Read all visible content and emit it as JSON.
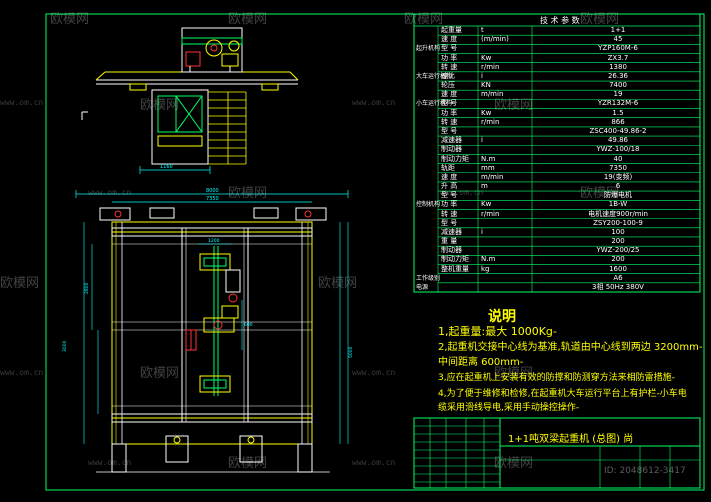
{
  "table": {
    "header": "技 术 参 数",
    "rows": [
      {
        "group": "",
        "label": "起重量",
        "unit": "t",
        "value": "1+1"
      },
      {
        "group": "",
        "label": "速 度",
        "unit": "(m/min)",
        "value": "45"
      },
      {
        "group": "起升机构",
        "label": "型 号",
        "unit": "",
        "value": "YZP160M-6"
      },
      {
        "group": "",
        "label": "功 率",
        "unit": "Kw",
        "value": "ZX3.7"
      },
      {
        "group": "",
        "label": "转 速",
        "unit": "r/min",
        "value": "1380"
      },
      {
        "group": "大车运行机构",
        "label": "速比",
        "unit": "i",
        "value": "26.36"
      },
      {
        "group": "",
        "label": "轮压",
        "unit": "KN",
        "value": "7400"
      },
      {
        "group": "",
        "label": "速 度",
        "unit": "m/min",
        "value": "19"
      },
      {
        "group": "小车运行机构",
        "label": "型 号",
        "unit": "",
        "value": "YZR132M-6"
      },
      {
        "group": "",
        "label": "功 率",
        "unit": "Kw",
        "value": "1.5"
      },
      {
        "group": "",
        "label": "转 速",
        "unit": "r/min",
        "value": "866"
      },
      {
        "group": "",
        "label": "型 号",
        "unit": "",
        "value": "ZSC400-49.86-2"
      },
      {
        "group": "",
        "label": "减速器",
        "unit": "i",
        "value": "49.86"
      },
      {
        "group": "",
        "label": "制动器",
        "unit": "",
        "value": "YWZ-100/18"
      },
      {
        "group": "",
        "label": "制动力矩",
        "unit": "N.m",
        "value": "40"
      },
      {
        "group": "",
        "label": "轨距",
        "unit": "mm",
        "value": "7350"
      },
      {
        "group": "",
        "label": "速 度",
        "unit": "m/min",
        "value": "19(变频)"
      },
      {
        "group": "",
        "label": "升 高",
        "unit": "m",
        "value": "6"
      },
      {
        "group": "",
        "label": "型 号",
        "unit": "",
        "value": "防爆电机"
      },
      {
        "group": "控制机构",
        "label": "功 率",
        "unit": "Kw",
        "value": "1B-W"
      },
      {
        "group": "",
        "label": "转 速",
        "unit": "r/min",
        "value": "电机速度900r/min"
      },
      {
        "group": "",
        "label": "型 号",
        "unit": "",
        "value": "ZSY200-100-9"
      },
      {
        "group": "",
        "label": "减速器",
        "unit": "i",
        "value": "100"
      },
      {
        "group": "",
        "label": "重 量",
        "unit": "",
        "value": "200"
      },
      {
        "group": "",
        "label": "制动器",
        "unit": "",
        "value": "YWZ-200/25"
      },
      {
        "group": "",
        "label": "制动力矩",
        "unit": "N.m",
        "value": "200"
      },
      {
        "group": "",
        "label": "整机重量",
        "unit": "kg",
        "value": "1600"
      },
      {
        "group": "工作级别",
        "label": "",
        "unit": "",
        "value": "A6"
      },
      {
        "group": "电源",
        "label": "",
        "unit": "",
        "value": "3相   50Hz   380V"
      }
    ]
  },
  "notes": {
    "title": "说明",
    "lines": [
      "1,起重量:最大 1000Kg-",
      "2,起重机交接中心线为基准,轨道由中心线到两边 3200mm-",
      "   中间距离 600mm-",
      "3,应在起重机上安装有效的防撑和防测穿方法来相防雷措施-",
      "4,为了便于维修和检修,在起重机大车运行平台上有护栏-小车电",
      "   缆采用滑线导电,采用手动操控操作-"
    ]
  },
  "title_block": {
    "title": "1+1吨双梁起重机 (总图) 尚"
  },
  "dimensions": {
    "top_width": "1160",
    "overall_width": "8000",
    "span": "7350",
    "inner_gauge": "1200",
    "left_height": "3000",
    "left_height2": "2800",
    "mid_dim": "600",
    "side_dim": "5000"
  },
  "watermarks": {
    "brand": "欧模网",
    "url": "www.om.cn",
    "id": "ID: 2048612-3417"
  },
  "colors": {
    "frame": "#00ff66",
    "structure": "#ffff00",
    "steel": "#ffffff",
    "accent": "#ff3333",
    "dim": "#00ffff",
    "table_line": "#00ff66",
    "table_text": "#ffffff"
  }
}
